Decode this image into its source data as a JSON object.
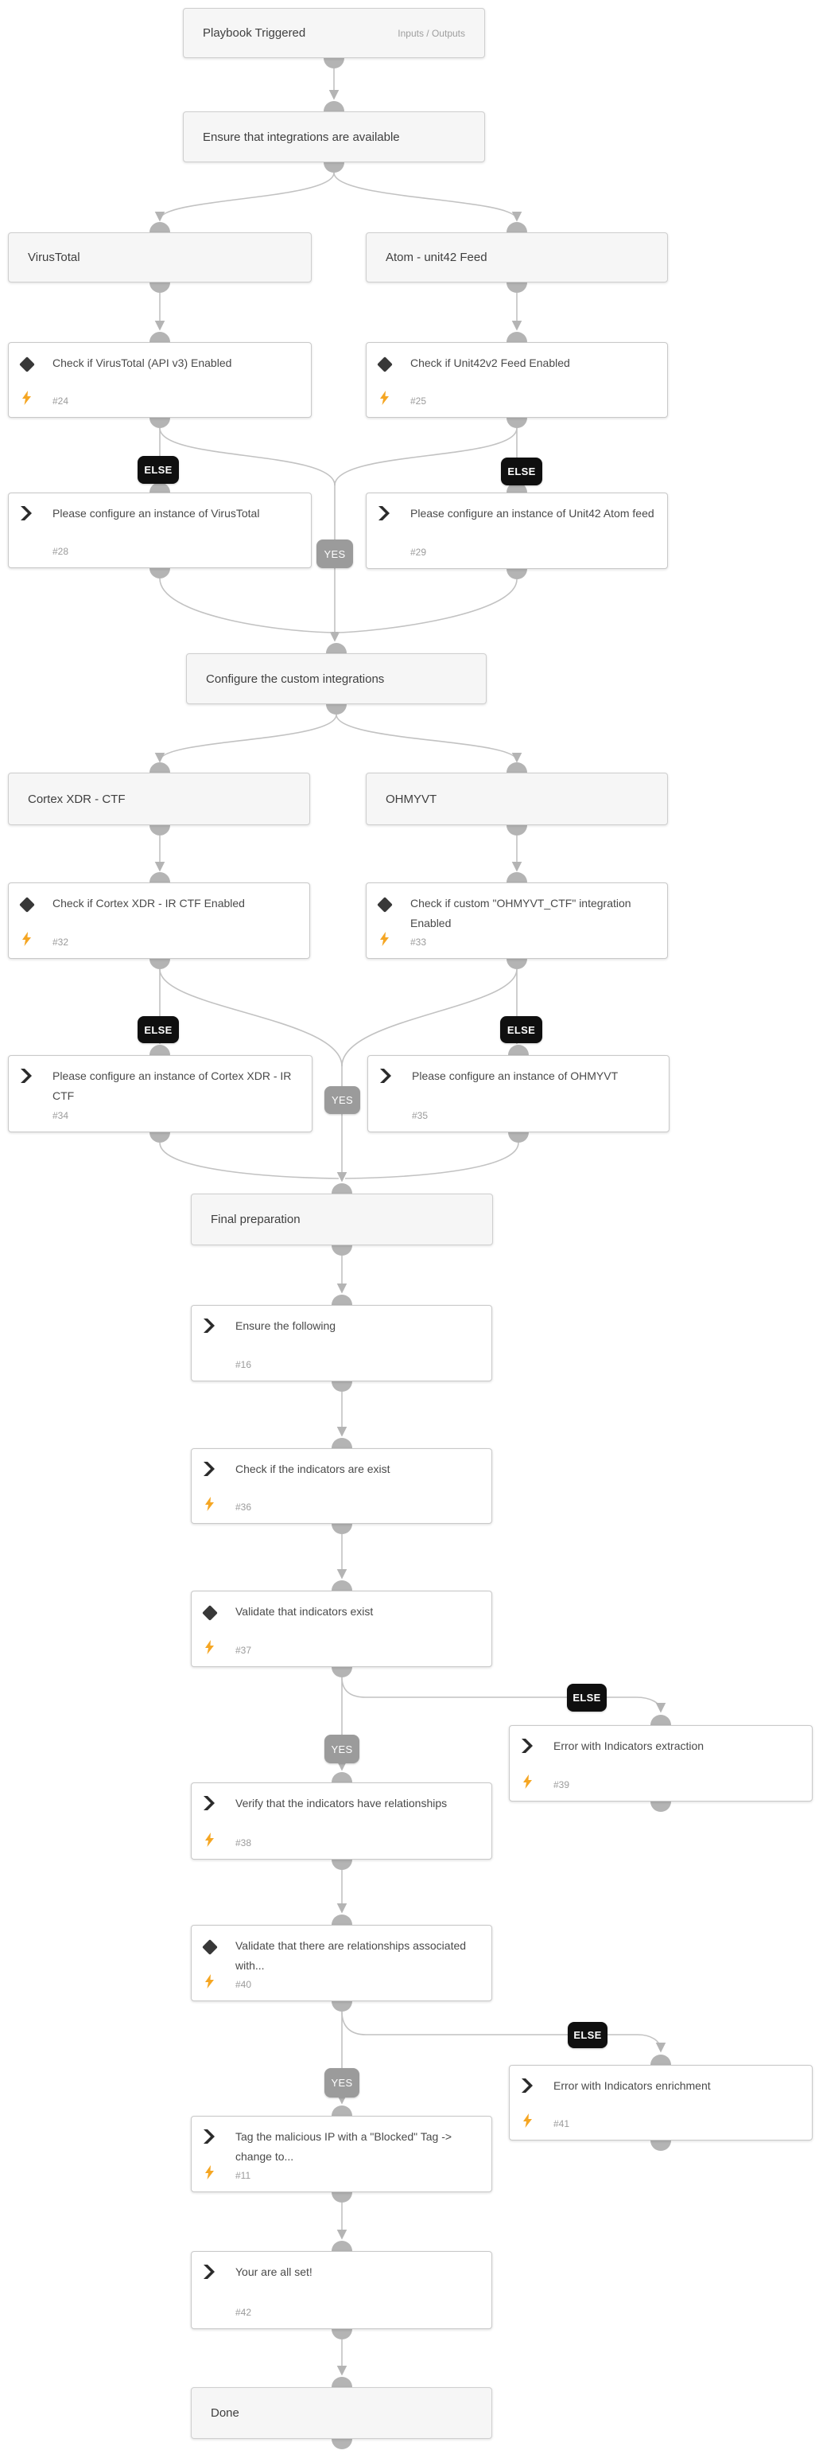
{
  "playbook": {
    "title": "Playbook Triggered",
    "link": "Inputs / Outputs"
  },
  "sections": {
    "ensure": "Ensure that integrations are available",
    "virustotal": "VirusTotal",
    "atom": "Atom - unit42 Feed",
    "configure": "Configure the custom integrations",
    "cortex": "Cortex XDR - CTF",
    "ohmyvt": "OHMYVT",
    "final": "Final preparation",
    "done": "Done"
  },
  "badges": {
    "else": "ELSE",
    "yes": "YES"
  },
  "tasks": {
    "t24": {
      "title": "Check if VirusTotal (API v3) Enabled",
      "id": "#24",
      "icons": [
        "condition-diamond-icon",
        "bolt-icon"
      ]
    },
    "t25": {
      "title": "Check if Unit42v2 Feed Enabled",
      "id": "#25",
      "icons": [
        "condition-diamond-icon",
        "bolt-icon"
      ]
    },
    "t28": {
      "title": "Please configure an instance of VirusTotal",
      "id": "#28",
      "icons": [
        "task-chevron-icon"
      ]
    },
    "t29": {
      "title": "Please configure an instance of Unit42 Atom feed",
      "id": "#29",
      "icons": [
        "task-chevron-icon"
      ]
    },
    "t32": {
      "title": "Check if Cortex XDR - IR CTF Enabled",
      "id": "#32",
      "icons": [
        "condition-diamond-icon",
        "bolt-icon"
      ]
    },
    "t33": {
      "title": "Check if custom \"OHMYVT_CTF\" integration Enabled",
      "id": "#33",
      "icons": [
        "condition-diamond-icon",
        "bolt-icon"
      ]
    },
    "t34": {
      "title": "Please configure an instance of Cortex XDR - IR CTF",
      "id": "#34",
      "icons": [
        "task-chevron-icon"
      ]
    },
    "t35": {
      "title": "Please configure an instance of OHMYVT",
      "id": "#35",
      "icons": [
        "task-chevron-icon"
      ]
    },
    "t16": {
      "title": "Ensure the following",
      "id": "#16",
      "icons": [
        "task-chevron-icon"
      ]
    },
    "t36": {
      "title": "Check if the indicators are exist",
      "id": "#36",
      "icons": [
        "task-chevron-icon",
        "bolt-icon"
      ]
    },
    "t37": {
      "title": "Validate that indicators exist",
      "id": "#37",
      "icons": [
        "condition-diamond-icon",
        "bolt-icon"
      ]
    },
    "t39": {
      "title": "Error with Indicators extraction",
      "id": "#39",
      "icons": [
        "task-chevron-icon",
        "bolt-icon"
      ]
    },
    "t38": {
      "title": "Verify that the indicators have relationships",
      "id": "#38",
      "icons": [
        "task-chevron-icon",
        "bolt-icon"
      ]
    },
    "t40": {
      "title": "Validate that there are relationships associated with...",
      "id": "#40",
      "icons": [
        "condition-diamond-icon",
        "bolt-icon"
      ]
    },
    "t41": {
      "title": "Error with Indicators enrichment",
      "id": "#41",
      "icons": [
        "task-chevron-icon",
        "bolt-icon"
      ]
    },
    "t11": {
      "title": "Tag the malicious IP with a \"Blocked\" Tag -> change to...",
      "id": "#11",
      "icons": [
        "task-chevron-icon",
        "bolt-icon"
      ]
    },
    "t42": {
      "title": "Your are all set!",
      "id": "#42",
      "icons": [
        "task-chevron-icon"
      ]
    }
  },
  "colors": {
    "bolt": "#F5A623",
    "icon_dark": "#383838",
    "connector": "#C2C2C2",
    "else_badge": "#0F0F0F",
    "yes_badge": "#9B9B9B",
    "header_bg": "#F6F6F6"
  }
}
